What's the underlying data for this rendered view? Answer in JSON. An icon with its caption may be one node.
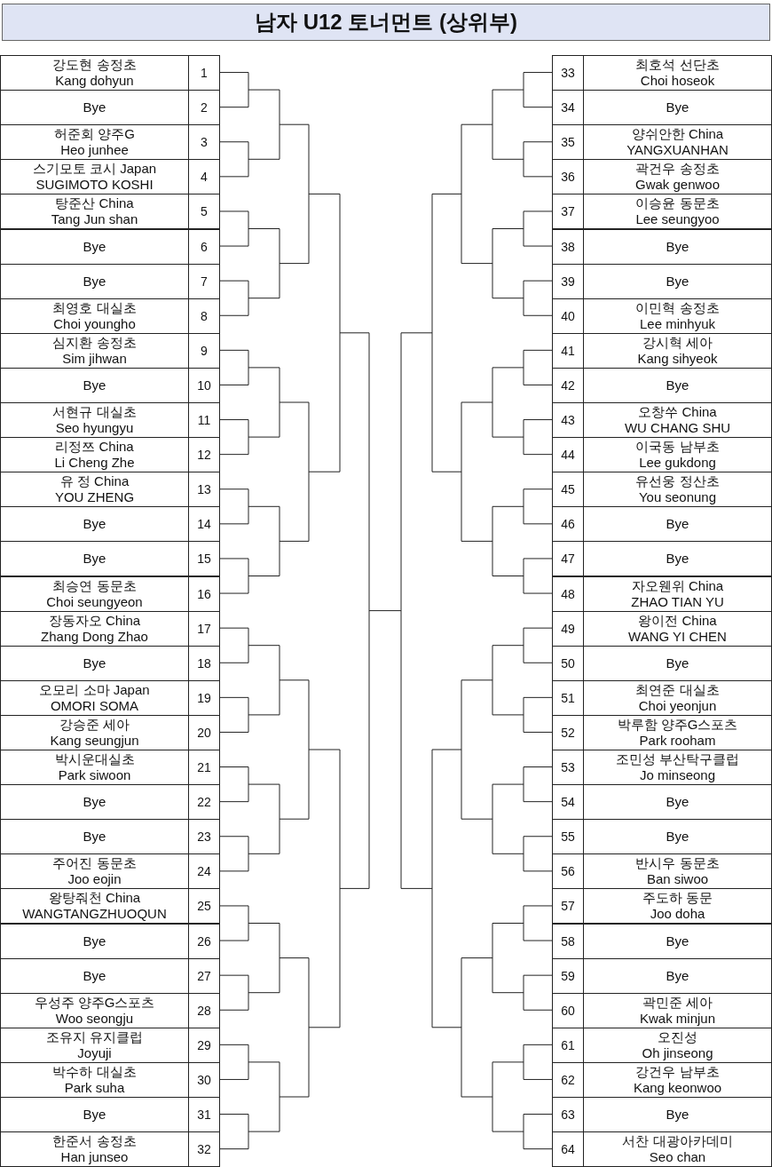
{
  "diagram": {
    "title": "남자 U12 토너먼트 (상위부)",
    "nodes": [
      {
        "text": [
          "강도현 송정초",
          "Kang dohyun",
          "1"
        ]
      },
      {
        "text": [
          "Bye",
          "2"
        ]
      },
      {
        "text": [
          "허준회 양주G",
          "Heo junhee",
          "3"
        ]
      },
      {
        "text": [
          "스기모토 코시 Japan",
          "SUGIMOTO KOSHI",
          "4"
        ]
      },
      {
        "text": [
          "탕준산 China",
          "Tang Jun shan",
          "5"
        ]
      },
      {
        "text": [
          "Bye",
          "6"
        ]
      },
      {
        "text": [
          "Bye",
          "7"
        ]
      },
      {
        "text": [
          "최영호 대실초",
          "Choi youngho",
          "8"
        ]
      },
      {
        "text": [
          "심지환 송정초",
          "Sim jihwan",
          "9"
        ]
      },
      {
        "text": [
          "Bye",
          "10"
        ]
      },
      {
        "text": [
          "서현규 대실초",
          "Seo hyungyu",
          "11"
        ]
      },
      {
        "text": [
          "리정쯔 China",
          "Li Cheng Zhe",
          "12"
        ]
      },
      {
        "text": [
          "유 정 China",
          "YOU ZHENG",
          "13"
        ]
      },
      {
        "text": [
          "Bye",
          "14"
        ]
      },
      {
        "text": [
          "Bye",
          "15"
        ]
      },
      {
        "text": [
          "최승연 동문초",
          "Choi seungyeon",
          "16"
        ]
      },
      {
        "text": [
          "장동자오 China",
          "Zhang Dong Zhao",
          "17"
        ]
      },
      {
        "text": [
          "Bye",
          "18"
        ]
      },
      {
        "text": [
          "오모리 소마 Japan",
          "OMORI SOMA",
          "19"
        ]
      },
      {
        "text": [
          "강승준 세아",
          "Kang seungjun",
          "20"
        ]
      },
      {
        "text": [
          "박시운대실초",
          "Park siwoon",
          "21"
        ]
      },
      {
        "text": [
          "Bye",
          "22"
        ]
      },
      {
        "text": [
          "Bye",
          "23"
        ]
      },
      {
        "text": [
          "주어진 동문초",
          "Joo eojin",
          "24"
        ]
      },
      {
        "text": [
          "왕탕줘천 China",
          "WANGTANGZHUOQUN",
          "25"
        ]
      },
      {
        "text": [
          "Bye",
          "26"
        ]
      },
      {
        "text": [
          "Bye",
          "27"
        ]
      },
      {
        "text": [
          "우성주 양주G스포츠",
          "Woo seongju",
          "28"
        ]
      },
      {
        "text": [
          "조유지 유지클럽",
          "Joyuji",
          "29"
        ]
      },
      {
        "text": [
          "박수하 대실초",
          "Park suha",
          "30"
        ]
      },
      {
        "text": [
          "Bye",
          "31"
        ]
      },
      {
        "text": [
          "한준서 송정초",
          "Han junseo",
          "32"
        ]
      },
      {
        "text": [
          "33",
          "최호석 선단초",
          "Choi hoseok"
        ]
      },
      {
        "text": [
          "34",
          "Bye"
        ]
      },
      {
        "text": [
          "35",
          "양쉬안한 China",
          "YANGXUANHAN"
        ]
      },
      {
        "text": [
          "36",
          "곽건우 송정초",
          "Gwak genwoo"
        ]
      },
      {
        "text": [
          "37",
          "이승윤 동문초",
          "Lee seungyoo"
        ]
      },
      {
        "text": [
          "38",
          "Bye"
        ]
      },
      {
        "text": [
          "39",
          "Bye"
        ]
      },
      {
        "text": [
          "40",
          "이민혁 송정초",
          "Lee minhyuk"
        ]
      },
      {
        "text": [
          "41",
          "강시혁 세아",
          "Kang sihyeok"
        ]
      },
      {
        "text": [
          "42",
          "Bye"
        ]
      },
      {
        "text": [
          "43",
          "오창쑤 China",
          "WU CHANG SHU"
        ]
      },
      {
        "text": [
          "44",
          "이국동 남부초",
          "Lee gukdong"
        ]
      },
      {
        "text": [
          "45",
          "유선웅 정산초",
          "You seonung"
        ]
      },
      {
        "text": [
          "46",
          "Bye"
        ]
      },
      {
        "text": [
          "47",
          "Bye"
        ]
      },
      {
        "text": [
          "48",
          "자오웬위 China",
          "ZHAO TIAN YU"
        ]
      },
      {
        "text": [
          "49",
          "왕이전 China",
          "WANG YI CHEN"
        ]
      },
      {
        "text": [
          "50",
          "Bye"
        ]
      },
      {
        "text": [
          "51",
          "최연준 대실초",
          "Choi yeonjun"
        ]
      },
      {
        "text": [
          "52",
          "박루함 양주G스포츠",
          "Park rooham"
        ]
      },
      {
        "text": [
          "53",
          "조민성 부산탁구클럽",
          "Jo minseong"
        ]
      },
      {
        "text": [
          "54",
          "Bye"
        ]
      },
      {
        "text": [
          "55",
          "Bye"
        ]
      },
      {
        "text": [
          "56",
          "반시우 동문초",
          "Ban siwoo"
        ]
      },
      {
        "text": [
          "57",
          "주도하 동문",
          "Joo doha"
        ]
      },
      {
        "text": [
          "58",
          "Bye"
        ]
      },
      {
        "text": [
          "59",
          "Bye"
        ]
      },
      {
        "text": [
          "60",
          "곽민준 세아",
          "Kwak minjun"
        ]
      },
      {
        "text": [
          "61",
          "오진성",
          "Oh jinseong"
        ]
      },
      {
        "text": [
          "62",
          "강건우 남부초",
          "Kang keonwoo"
        ]
      },
      {
        "text": [
          "63",
          "Bye"
        ]
      },
      {
        "text": [
          "64",
          "서찬 대광아카데미",
          "Seo chan"
        ]
      }
    ]
  }
}
